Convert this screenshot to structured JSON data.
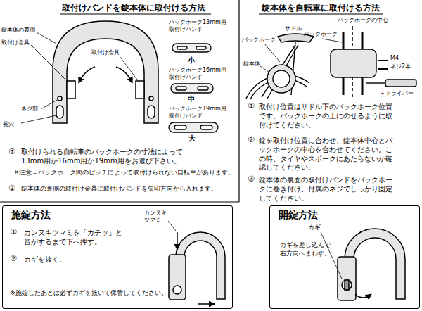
{
  "diagram": {
    "nodes": [
      {
        "text": [
          "施錠方法",
          "①",
          "カンヌキツマミを「カチッ」と 音がするまで下へ押す。",
          "②",
          "カギを抜く。",
          "※施錠したあとは必ずカギを抜いて保管してください。"
        ]
      },
      {
        "text": [
          "開錠方法"
        ]
      }
    ],
    "labels": [
      "取付けバンドを錠本体に取付ける方法",
      "錠本体を自転車に取付ける方法",
      "錠本体の裏側",
      "取付け金具",
      "取付け金具",
      "長穴",
      "ネジ部",
      "バックホーク13mm用 取付けバンド",
      "小",
      "バックホーク16mm用 取付けバンド",
      "中",
      "バックホーク19mm用 取付けバンド",
      "大",
      "①",
      "取付けられる自転車のバックホークの寸法によって 13mm用か16mm用か19mm用をお選び下さい。",
      "※注意＝バックホーク間のピッチによって取付けられない自転車があります。",
      "②",
      "錠本体の裏側の取付け金具に取付けバンドを矢印方向から入れます。",
      "サドル",
      "バックホーク",
      "バックホーク",
      "バックホークの中心",
      "錠本体",
      "M4",
      "ネジ2本",
      "＋ドライバー",
      "①",
      "取付け位置はサドル下のバックホーク位置 です。バックホークの上にのせるように取 付けてください。",
      "②",
      "錠を取付け位置に合わせ、錠本体中心とバ ックホークの中心を合わせてください。こ の時、タイヤやスポークにあたらないか確 認してください。",
      "③",
      "錠本体の裏面の取付けバンドをバックホー クに巻き付け、付属のネジでしっかり固定 してください。",
      "カンヌキ ツマミ",
      "カギ",
      "カギを差し込んで 右方向へまわす。"
    ]
  }
}
